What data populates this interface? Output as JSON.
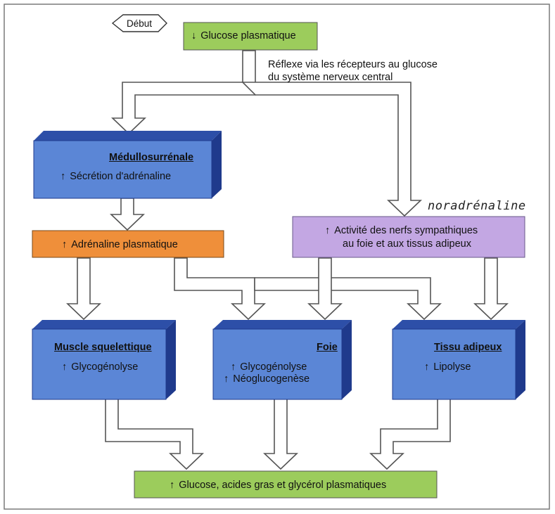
{
  "start": {
    "label": "Début"
  },
  "glucose_top": {
    "arrow": "↓",
    "label": "Glucose plasmatique"
  },
  "reflex": {
    "line1": "Réflexe via les récepteurs au glucose",
    "line2": "du système nerveux central"
  },
  "medullo": {
    "title": "Médullosurrénale",
    "arrow": "↑",
    "text": "Sécrétion d'adrénaline"
  },
  "adrenaline": {
    "arrow": "↑",
    "label": "Adrénaline plasmatique"
  },
  "sympathetic": {
    "arrow": "↑",
    "line1": "Activité des nerfs sympathiques",
    "line2": "au foie et aux tissus adipeux"
  },
  "handwritten": "noradrénaline",
  "muscle": {
    "title": "Muscle squelettique",
    "arrow": "↑",
    "text": "Glycogénolyse"
  },
  "foie": {
    "title": "Foie",
    "arrow1": "↑",
    "text1": "Glycogénolyse",
    "arrow2": "↑",
    "text2": "Néoglucogenèse"
  },
  "adipeux": {
    "title": "Tissu adipeux",
    "arrow": "↑",
    "text": "Lipolyse"
  },
  "bottom": {
    "arrow": "↑",
    "label": "Glucose, acides gras et glycérol plasmatiques"
  },
  "colors": {
    "green_box": "#9ccc5c",
    "blue_front": "#5b86d6",
    "blue_top": "#2d4fa8",
    "blue_side": "#1f3a8c",
    "orange_box": "#ef8f3a",
    "lavender_box": "#c3a7e3",
    "arrow_fill": "#ffffff",
    "arrow_stroke": "#555555",
    "frame": "#7a7a7a"
  }
}
